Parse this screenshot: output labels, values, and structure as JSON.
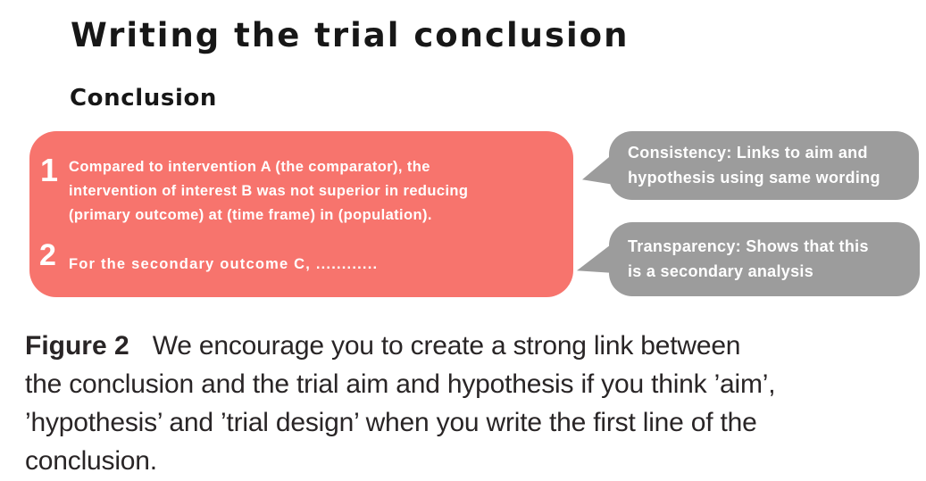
{
  "figure": {
    "title": "Writing the trial conclusion",
    "subtitle": "Conclusion",
    "conclusion_box": {
      "background_color": "#f7746d",
      "text_color": "#ffffff",
      "items": [
        {
          "number": "1",
          "text": "Compared to intervention A (the comparator), the\nintervention of interest B was not superior in reducing\n(primary outcome) at (time frame) in (population)."
        },
        {
          "number": "2",
          "text": "For the secondary outcome C, ............"
        }
      ]
    },
    "callouts": {
      "background_color": "#9c9c9c",
      "text_color": "#ffffff",
      "items": [
        {
          "text": "Consistency: Links to aim and\nhypothesis using same wording"
        },
        {
          "text": "Transparency: Shows that this\nis a secondary analysis"
        }
      ]
    },
    "caption": {
      "label": "Figure 2",
      "lines": [
        "We encourage you to create a strong link between",
        "the conclusion and the trial aim and hypothesis if you think ’aim’,",
        "’hypothesis’ and ’trial design’ when you write the first line of the",
        "conclusion."
      ]
    }
  }
}
